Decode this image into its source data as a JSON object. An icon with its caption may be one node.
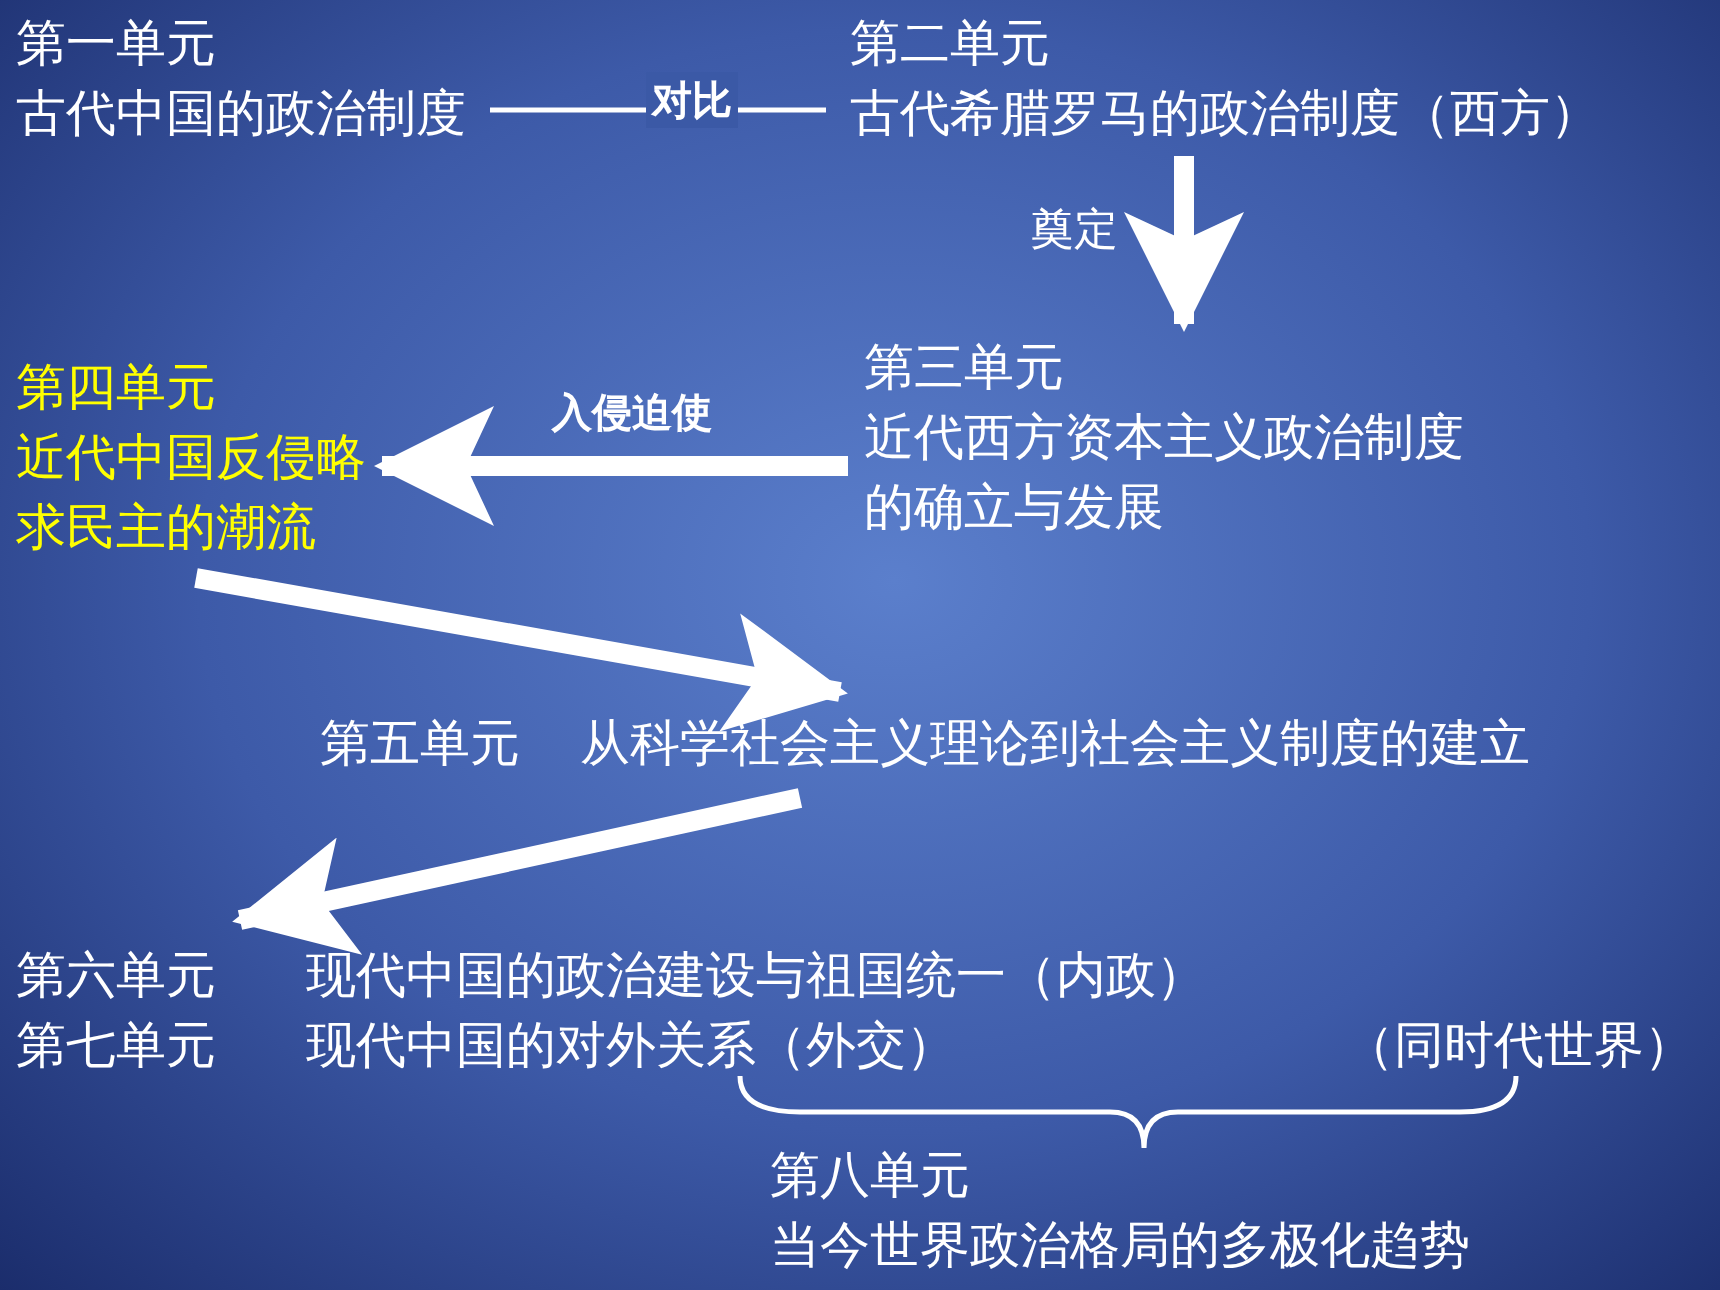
{
  "diagram": {
    "nodes": [
      {
        "text": [
          "第一单元",
          "古代中国的政治制度"
        ]
      },
      {
        "text": [
          "第二单元",
          "古代希腊罗马的政治制度（西方）"
        ]
      },
      {
        "text": [
          "第三单元",
          "近代西方资本主义政治制度的确立与发展"
        ]
      },
      {
        "text": [
          "第四单元",
          "近代中国反侵略求民主的潮流"
        ]
      },
      {
        "text": [
          "第五单元",
          "从科学社会主义理论到社会主义制度的建立"
        ]
      },
      {
        "text": [
          "第六单元",
          "现代中国的政治建设与祖国统一（内政）"
        ]
      },
      {
        "text": [
          "第七单元",
          "现代中国的对外关系（外交）"
        ]
      },
      {
        "text": [
          "第八单元",
          "当今世界政治格局的多极化趋势"
        ]
      }
    ],
    "edges": [
      {
        "from": 0,
        "to": 1,
        "arrow": "none",
        "label": "对比"
      },
      {
        "from": 1,
        "to": 2,
        "arrow": "to",
        "label": "奠定"
      },
      {
        "from": 2,
        "to": 3,
        "arrow": "to",
        "label": "入侵迫使"
      },
      {
        "from": 3,
        "to": 4,
        "arrow": "to"
      },
      {
        "from": 4,
        "to": 5,
        "arrow": "to"
      }
    ],
    "labels": [
      "（同时代世界）"
    ]
  }
}
